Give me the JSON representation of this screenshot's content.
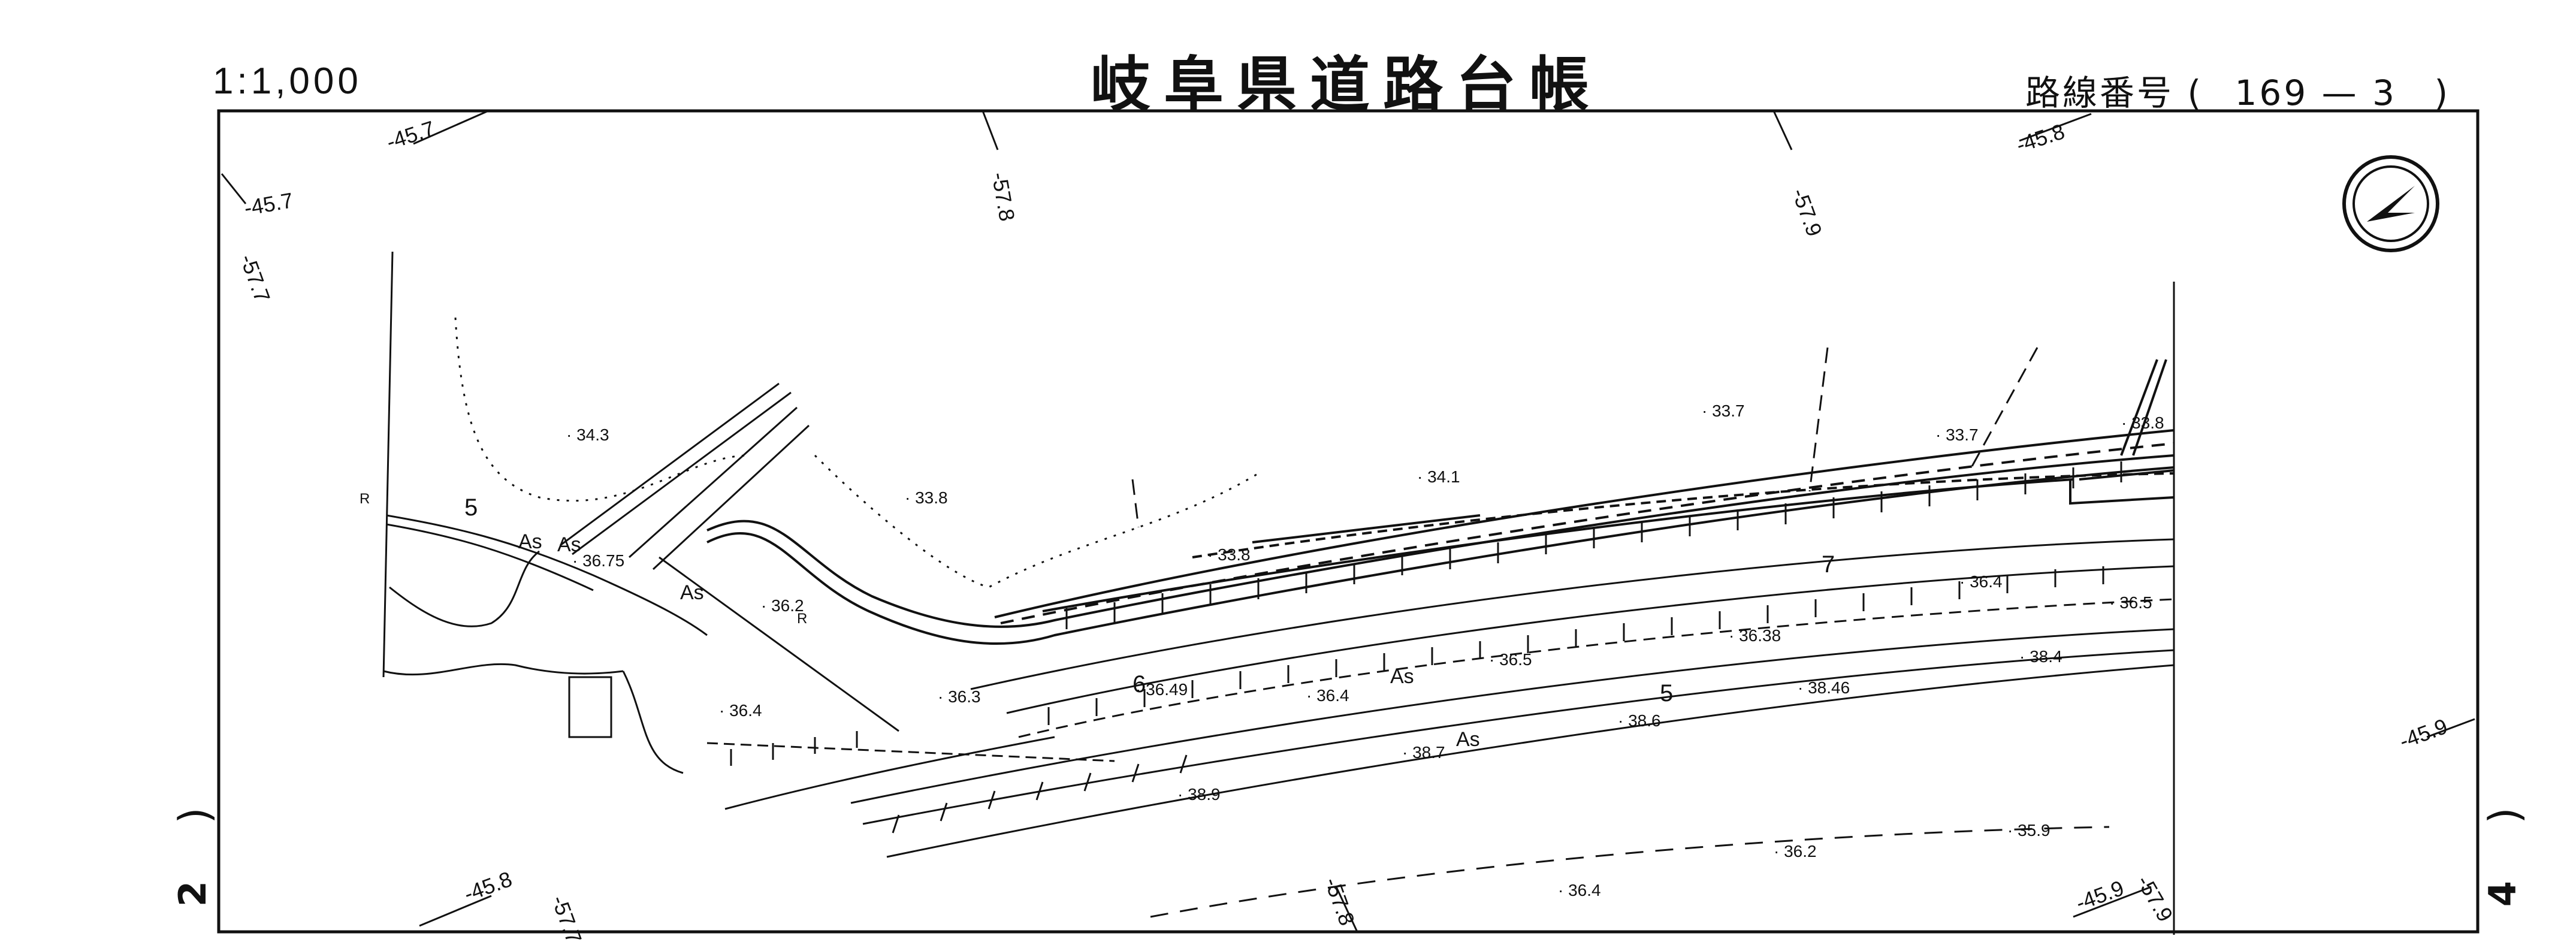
{
  "header": {
    "scale": "1:1,000",
    "title": "岐阜県道路台帳",
    "route_label": "路線番号",
    "route_number": "169 — 3",
    "route_open": "(",
    "route_close": ")"
  },
  "sheet_refs": {
    "left": "2",
    "right": "4"
  },
  "map": {
    "north_arrow_icon": "north-arrow-icon",
    "contour_labels": [
      "45.7",
      "45.7",
      "57.7",
      "57.8",
      "57.9",
      "45.8",
      "45.9",
      "45.8",
      "57.7",
      "57.8",
      "45.9",
      "57.9"
    ],
    "elevations": [
      "34.3",
      "33.8",
      "33.8",
      "34.1",
      "33.7",
      "33.7",
      "33.8",
      "36.75",
      "36.2",
      "36.3",
      "36.4",
      "36.49",
      "36.4",
      "36.5",
      "36.38",
      "36.4",
      "36.5",
      "38.4",
      "38.46",
      "38.6",
      "38.7",
      "38.9",
      "36.2",
      "35.9",
      "36.4"
    ],
    "surface_labels": [
      "As",
      "As",
      "As",
      "As",
      "As"
    ],
    "road_numbers": [
      "5",
      "6",
      "7",
      "5"
    ],
    "marks": [
      "R",
      "R"
    ]
  }
}
